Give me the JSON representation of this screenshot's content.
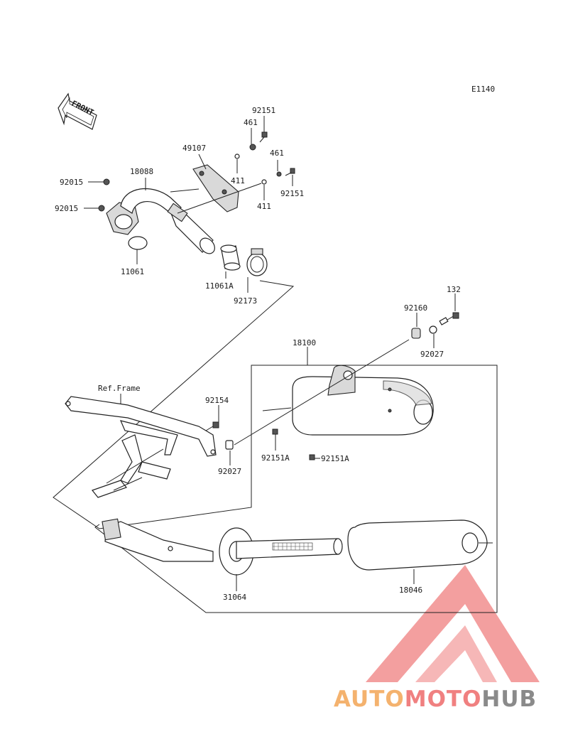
{
  "diagram": {
    "code": "E1140",
    "front_arrow": "FRONT",
    "ref_frame": "Ref.Frame",
    "parts": {
      "p92151_top": "92151",
      "p461_top": "461",
      "p49107": "49107",
      "p461_right": "461",
      "p411_a": "411",
      "p92151_right": "92151",
      "p411_b": "411",
      "p92015_a": "92015",
      "p18088": "18088",
      "p92015_b": "92015",
      "p11061": "11061",
      "p11061A": "11061A",
      "p92173": "92173",
      "p132": "132",
      "p92160": "92160",
      "p92027_top": "92027",
      "p18100": "18100",
      "p92154": "92154",
      "p92151A_left": "92151A",
      "p92151A_right": "92151A",
      "p92027_left": "92027",
      "p31064": "31064",
      "p18046": "18046"
    }
  },
  "watermark": {
    "part1": "AUTO",
    "part2": "MOTO",
    "part3": "HUB",
    "colors": {
      "auto": "#f4b26e",
      "moto": "#f08080",
      "hub": "#8a8a8a",
      "logo": "#f08080"
    }
  }
}
